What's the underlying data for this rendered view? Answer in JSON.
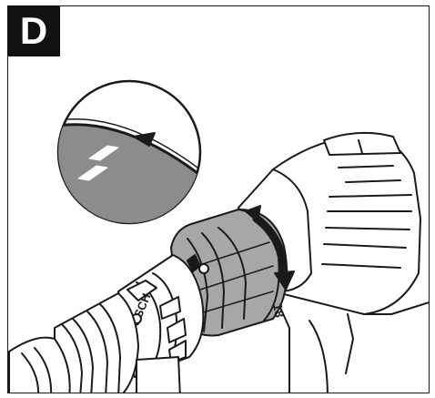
{
  "figure": {
    "label": "D",
    "brand": "BOSCH",
    "clutch_mark": "18",
    "colors": {
      "line": "#1a1a1a",
      "label_bg": "#111111",
      "collar_fill": "#a7a7a7",
      "inset_fill": "#8c8c8c",
      "body_fill": "#ffffff"
    }
  }
}
